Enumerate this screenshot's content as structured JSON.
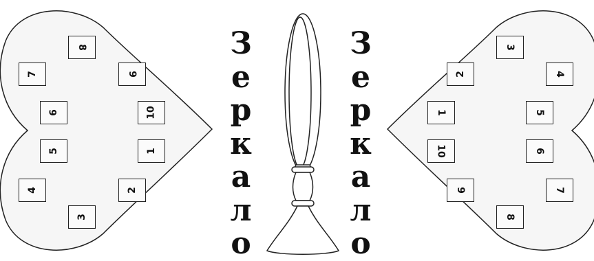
{
  "word": [
    "З",
    "е",
    "р",
    "к",
    "а",
    "л",
    "о"
  ],
  "left_heart": {
    "numbers": [
      "8",
      "9",
      "10",
      "1",
      "2",
      "3",
      "4",
      "5",
      "6",
      "7"
    ]
  },
  "right_heart": {
    "numbers": [
      "3",
      "4",
      "5",
      "6",
      "7",
      "8",
      "9",
      "10",
      "1",
      "2"
    ]
  },
  "colors": {
    "outline": "#222222",
    "fill": "#f7f7f7",
    "text": "#111111"
  },
  "icons": {
    "center": "hand-mirror-icon"
  }
}
